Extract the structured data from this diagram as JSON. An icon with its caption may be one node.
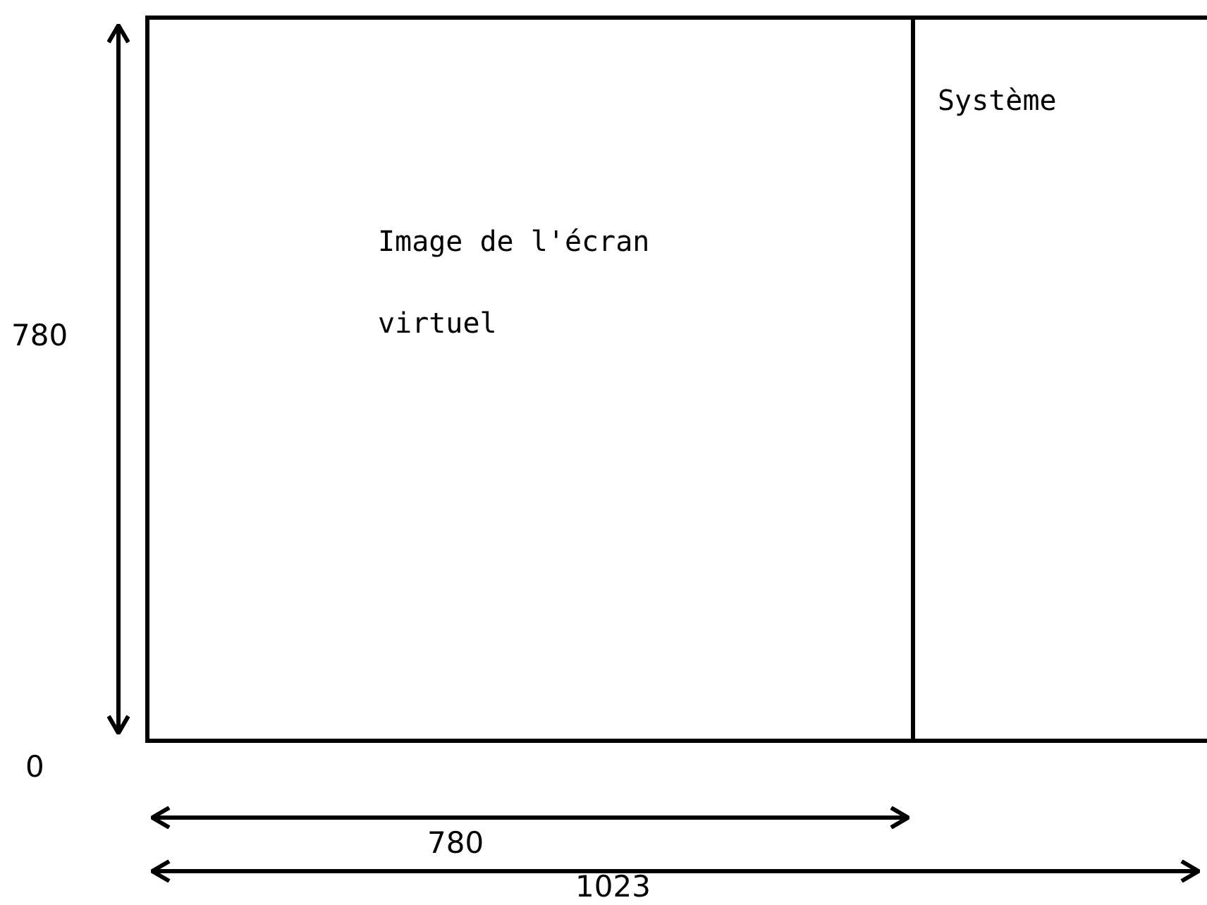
{
  "diagram": {
    "nodes": [
      {
        "text": [
          "Image de l'écran virtuel"
        ]
      },
      {
        "text": [
          "Système"
        ]
      }
    ],
    "labels": [
      "780",
      "0",
      "780",
      "1023"
    ]
  }
}
